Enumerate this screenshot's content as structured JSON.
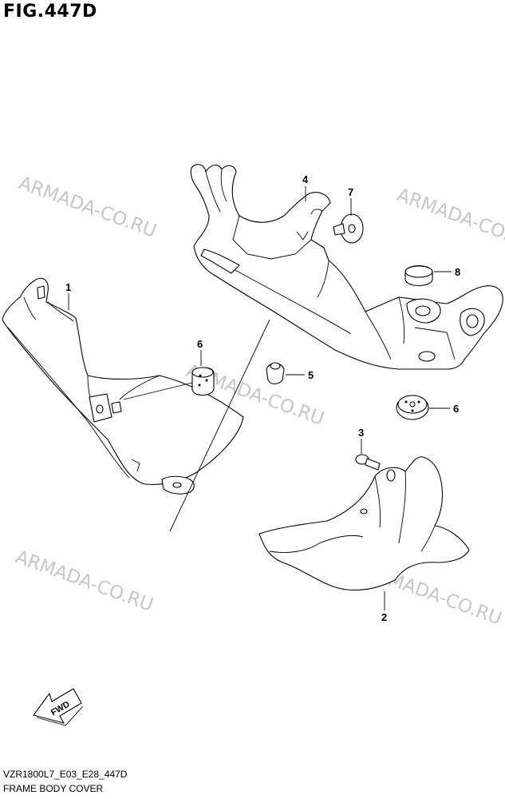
{
  "figure_title": "FIG.447D",
  "doc_code": "VZR1800L7_E03_E28_447D",
  "subtitle": "FRAME BODY COVER",
  "watermark": "ARMADA-CO.RU",
  "fwd_label": "FWD",
  "callouts": {
    "p1": "1",
    "p2": "2",
    "p3": "3",
    "p4": "4",
    "p5": "5",
    "p6a": "6",
    "p6b": "6",
    "p7": "7",
    "p8": "8"
  }
}
